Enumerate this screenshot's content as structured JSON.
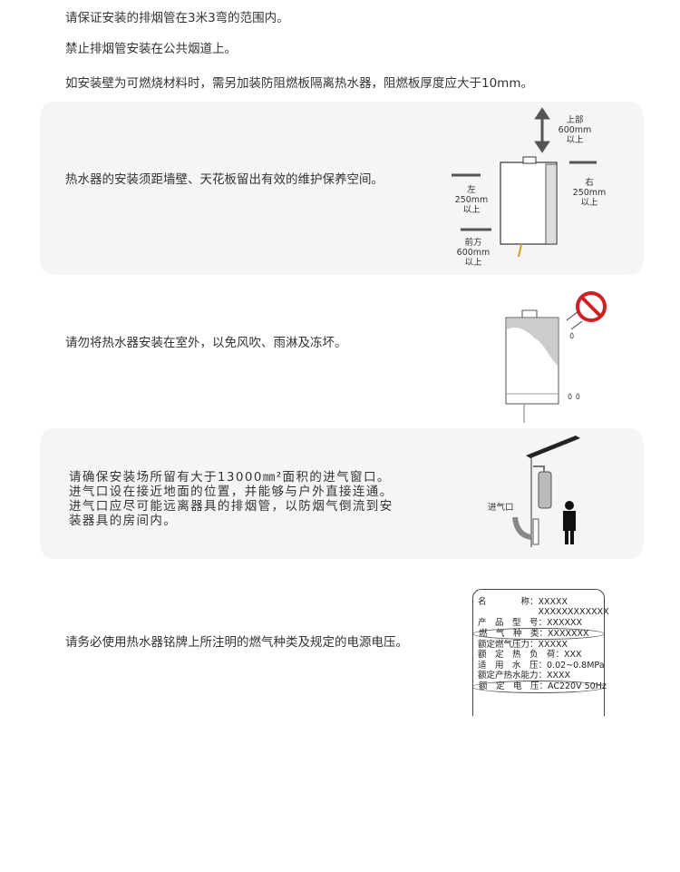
{
  "lines": {
    "l1": "请保证安装的排烟管在3米3弯的范围内。",
    "l2": "禁止排烟管安装在公共烟道上。",
    "l3": "如安装壁为可燃烧材料时，需另加装防阻燃板隔离热水器，阻燃板厚度应大于10mm。"
  },
  "sec1": {
    "text": "热水器的安装须距墙壁、天花板留出有效的维护保养空间。",
    "top": [
      "上部",
      "600mm",
      "以上"
    ],
    "left": [
      "左",
      "250mm",
      "以上"
    ],
    "right": [
      "右",
      "250mm",
      "以上"
    ],
    "front": [
      "前方",
      "600mm",
      "以上"
    ]
  },
  "sec2": {
    "text": "请勿将热水器安装在室外，以免风吹、雨淋及冻坏。"
  },
  "sec3": {
    "lines": [
      "请确保安装场所留有大于13000㎜²面积的进气窗口。",
      "进气口设在接近地面的位置，并能够与户外直接连通。",
      "进气口应尽可能远离器具的排烟管，以防烟气倒流到安",
      "装器具的房间内。"
    ],
    "inlet_label": "进气口"
  },
  "sec4": {
    "text": "请务必使用热水器铭牌上所注明的燃气种类及规定的电源电压。",
    "nameplate": [
      "名　　　　称：XXXXX",
      "　　　　　　　XXXXXXXXXXXX",
      "产　品　型　号：XXXXXX",
      "燃　气　种　类：XXXXXXX",
      "额定燃气压力：XXXXX",
      "额　定　热　负　荷：XXX",
      "适　用　水　压：0.02~0.8MPa",
      "额定产热水能力：XXXX",
      "额　定　电　压：AC220V 50Hz"
    ]
  }
}
